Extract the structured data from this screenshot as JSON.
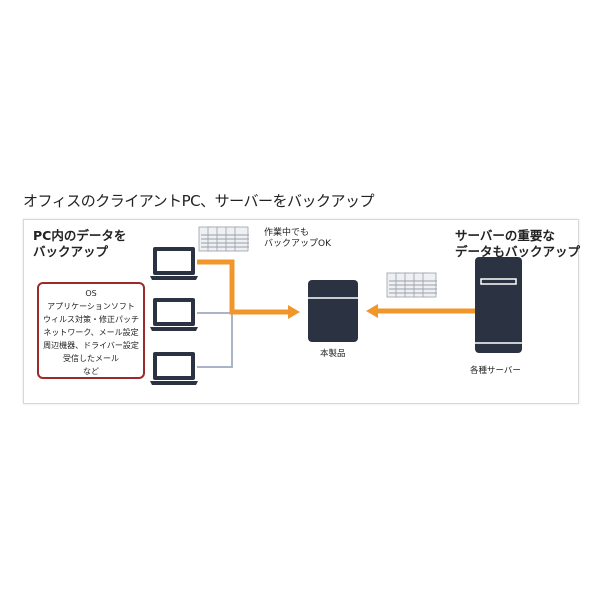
{
  "title": "オフィスのクライアントPC、サーバーをバックアップ",
  "left_heading": [
    "PC内のデータを",
    "バックアップ"
  ],
  "backup_items": [
    "OS",
    "アプリケーションソフト",
    "ウィルス対策・修正パッチ",
    "ネットワーク、メール設定",
    "周辺機器、ドライバー設定",
    "受信したメール",
    "など"
  ],
  "work_note": [
    "作業中でも",
    "バックアップOK"
  ],
  "right_heading": [
    "サーバーの重要な",
    "データもバックアップ"
  ],
  "product_label": "本製品",
  "server_label": "各種サーバー",
  "colors": {
    "arrow": "#f0962a",
    "device": "#2b3242",
    "line": "#a9b4c8",
    "box_border": "#9b2a2a"
  }
}
